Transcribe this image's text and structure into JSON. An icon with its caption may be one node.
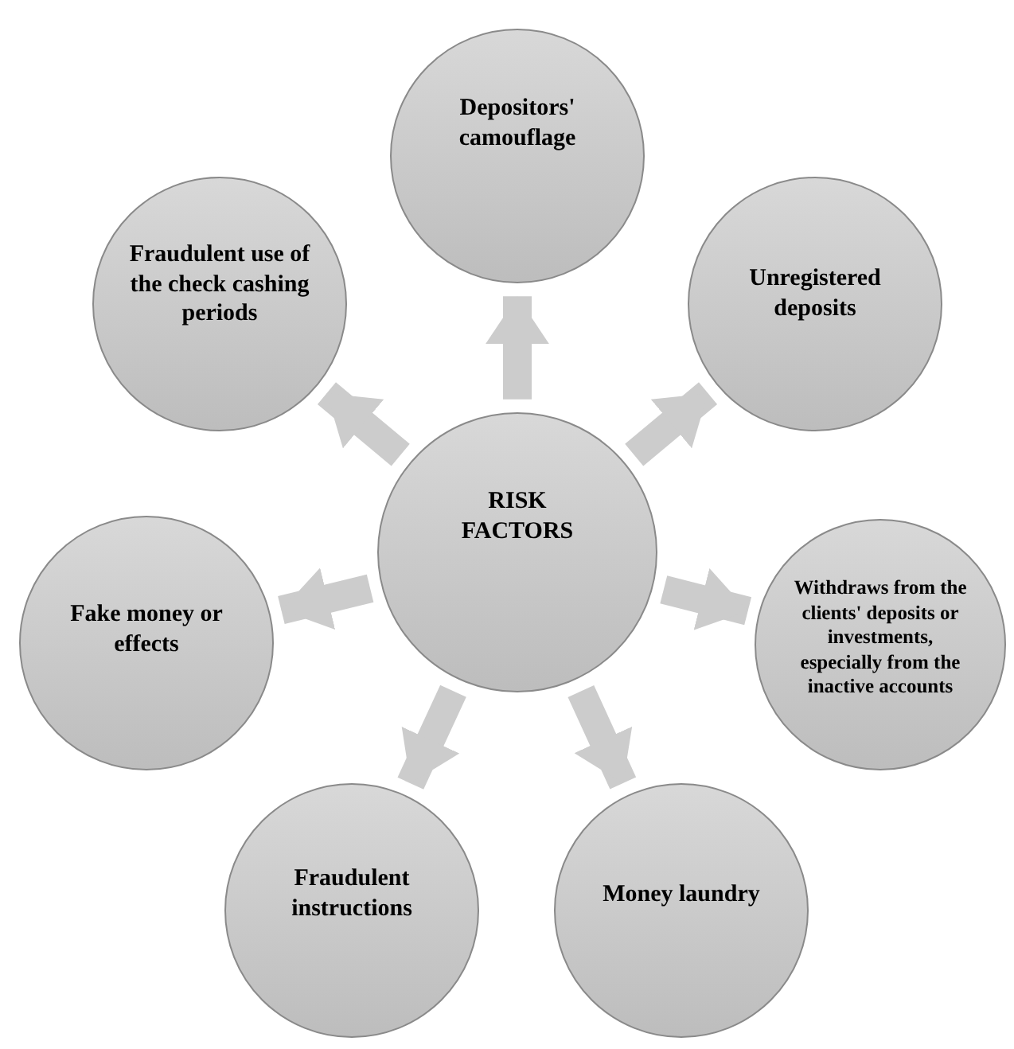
{
  "diagram": {
    "nodes": [
      {
        "text": [
          "Depositors' camouflage"
        ]
      },
      {
        "text": [
          "Fraudulent use of the check cashing periods"
        ]
      },
      {
        "text": [
          "Unregistered deposits"
        ]
      },
      {
        "text": [
          "RISK FACTORS"
        ]
      },
      {
        "text": [
          "Fake money or effects"
        ]
      },
      {
        "text": [
          "Withdraws from the clients' deposits or investments, especially from the inactive accounts"
        ]
      },
      {
        "text": [
          "Fraudulent instructions"
        ]
      },
      {
        "text": [
          "Money laundry"
        ]
      }
    ],
    "edges": [
      {
        "from": 3,
        "to": 0,
        "arrow": "to"
      },
      {
        "from": 3,
        "to": 2,
        "arrow": "to"
      },
      {
        "from": 3,
        "to": 5,
        "arrow": "to"
      },
      {
        "from": 3,
        "to": 7,
        "arrow": "to"
      },
      {
        "from": 3,
        "to": 6,
        "arrow": "to"
      },
      {
        "from": 3,
        "to": 4,
        "arrow": "to"
      },
      {
        "from": 3,
        "to": 1,
        "arrow": "to"
      }
    ]
  }
}
